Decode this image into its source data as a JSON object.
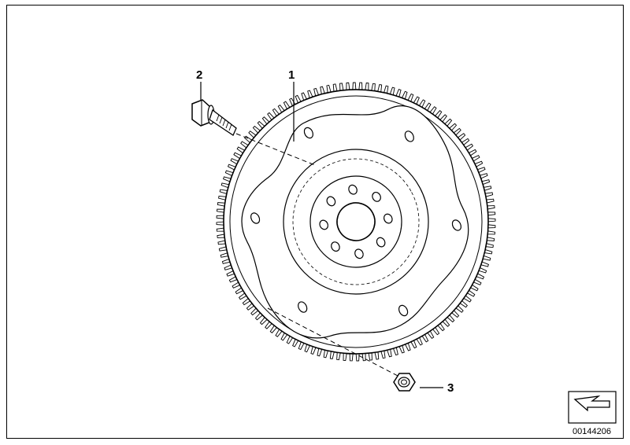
{
  "diagram": {
    "callouts": [
      {
        "id": "1",
        "label": "1",
        "part": "flywheel-ring-gear"
      },
      {
        "id": "2",
        "label": "2",
        "part": "bolt"
      },
      {
        "id": "3",
        "label": "3",
        "part": "hex-nut"
      }
    ],
    "document_number": "00144206",
    "colors": {
      "line": "#000000",
      "background": "#ffffff"
    },
    "icons": [
      "catalog-arrow-icon"
    ]
  }
}
